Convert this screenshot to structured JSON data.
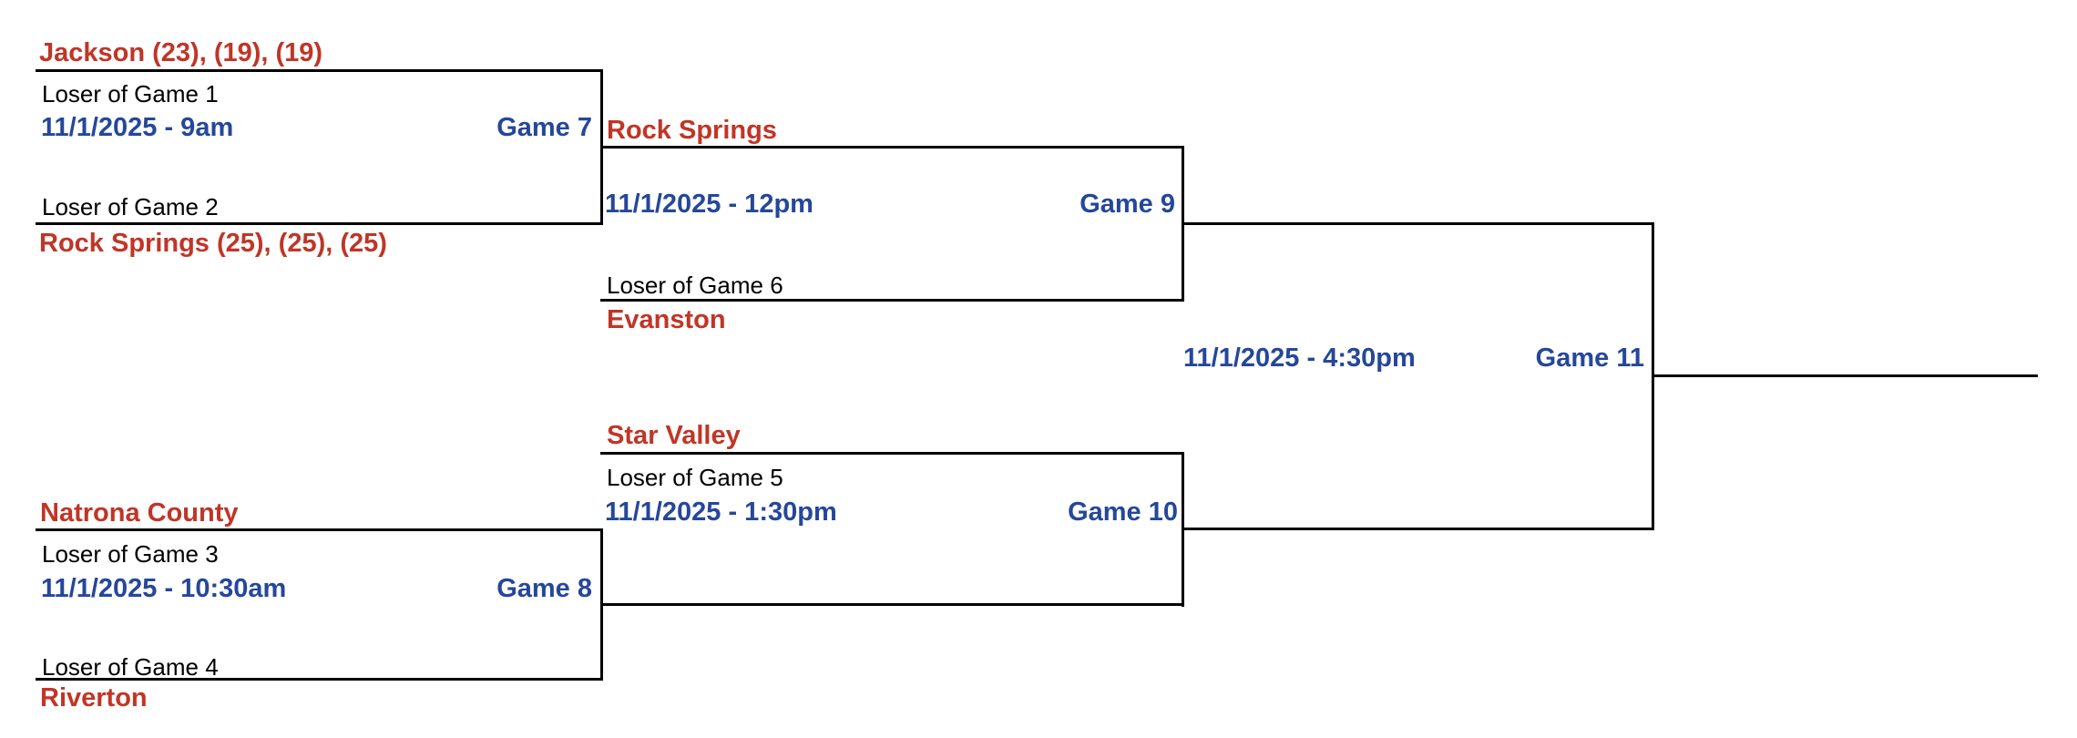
{
  "colors": {
    "team_name": "#C13526",
    "schedule": "#25479B",
    "feeder_text": "#000000",
    "line": "#000000"
  },
  "games": {
    "game7": {
      "label": "Game 7",
      "datetime": "11/1/2025 - 9am",
      "top_team": "Jackson (23), (19), (19)",
      "top_feeder": "Loser of Game 1",
      "bottom_feeder": "Loser of Game 2",
      "bottom_team": "Rock Springs (25), (25), (25)"
    },
    "game8": {
      "label": "Game 8",
      "datetime": "11/1/2025 - 10:30am",
      "top_team": "Natrona County",
      "top_feeder": "Loser of Game 3",
      "bottom_feeder": "Loser of Game 4",
      "bottom_team": "Riverton"
    },
    "game9": {
      "label": "Game 9",
      "datetime": "11/1/2025 - 12pm",
      "top_team": "Rock Springs",
      "bottom_feeder": "Loser of Game 6",
      "bottom_team": "Evanston"
    },
    "game10": {
      "label": "Game 10",
      "datetime": "11/1/2025 - 1:30pm",
      "top_team": "Star Valley",
      "top_feeder": "Loser of Game 5"
    },
    "game11": {
      "label": "Game 11",
      "datetime": "11/1/2025 - 4:30pm"
    }
  }
}
